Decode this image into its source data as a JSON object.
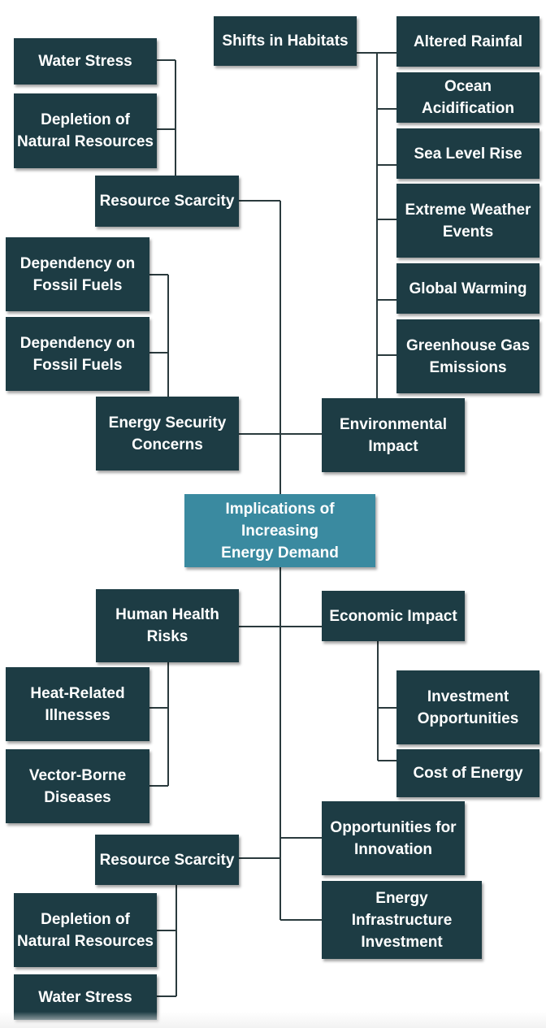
{
  "diagram": {
    "center": "Implications of Increasing\nEnergy Demand",
    "environmental_impact": {
      "label": "Environmental\nImpact",
      "shifts_in_habitats": "Shifts in Habitats",
      "children": [
        "Altered Rainfal",
        "Ocean Acidification",
        "Sea Level Rise",
        "Extreme Weather\nEvents",
        "Global Warming",
        "Greenhouse Gas\nEmissions"
      ]
    },
    "resource_scarcity_top": {
      "label": "Resource Scarcity",
      "children": [
        "Water Stress",
        "Depletion of\nNatural Resources"
      ]
    },
    "energy_security": {
      "label": "Energy Security\nConcerns",
      "children": [
        "Dependency on\nFossil Fuels",
        "Dependency on\nFossil Fuels"
      ]
    },
    "human_health": {
      "label": "Human Health\nRisks",
      "children": [
        "Heat-Related\nIllnesses",
        "Vector-Borne\nDiseases"
      ]
    },
    "economic_impact": {
      "label": "Economic Impact",
      "children": [
        "Investment\nOpportunities",
        "Cost of Energy"
      ]
    },
    "resource_scarcity_bottom": {
      "label": "Resource Scarcity",
      "children": [
        "Depletion of\nNatural Resources",
        "Water Stress"
      ]
    },
    "opportunities_innovation": "Opportunities for\nInnovation",
    "infrastructure_investment": "Energy Infrastructure\nInvestment"
  }
}
